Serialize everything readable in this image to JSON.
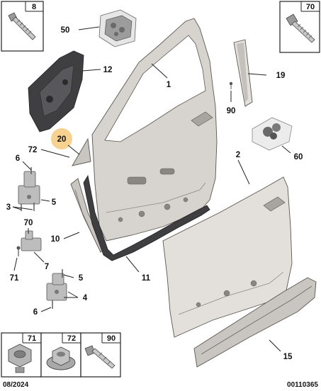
{
  "callouts": {
    "c1": "1",
    "c2": "2",
    "c3": "3",
    "c4": "4",
    "c5a": "5",
    "c5b": "5",
    "c6a": "6",
    "c6b": "6",
    "c7": "7",
    "c10": "10",
    "c11": "11",
    "c12": "12",
    "c15": "15",
    "c19": "19",
    "c20": "20",
    "c50": "50",
    "c60": "60",
    "c70": "70",
    "c71": "71",
    "c72": "72",
    "c90": "90"
  },
  "boxes": {
    "top_left": "8",
    "top_right": "70",
    "bottom_1": "71",
    "bottom_2": "72",
    "bottom_3": "90"
  },
  "footer": {
    "date": "08/2024",
    "reference": "00110365"
  },
  "colors": {
    "highlight": "#f4c26b",
    "panel": "#d7d3cf",
    "seal": "#3f3f42"
  }
}
